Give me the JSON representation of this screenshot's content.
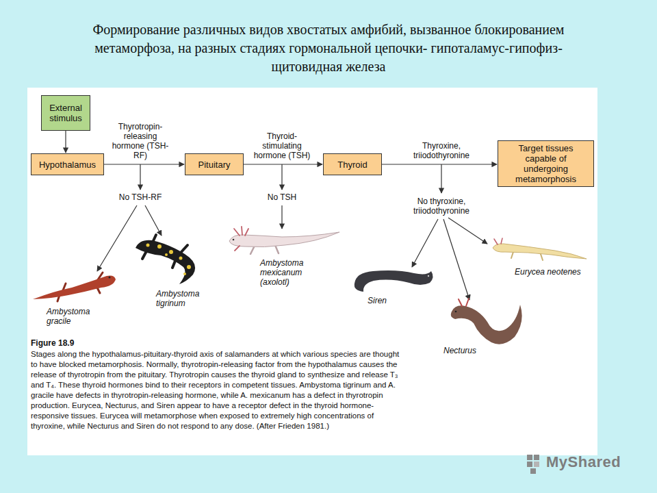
{
  "diagram": {
    "title": "Формирование различных видов хвостатых амфибий, вызванное блокированием метаморфоза, на разных стадиях гормональной цепочки- гипоталамус-гипофиз-щитовидная железа",
    "caption": "Stages along the hypothalamus-pituitary-thyroid axis of salamanders at which various species are thought to have blocked metamorphosis. Normally, thyrotropin-releasing factor from the hypothalamus causes the release of thyrotropin from the pituitary. Thyrotropin causes the thyroid gland to synthesize and release T₃ and T₄. These thyroid hormones bind to their receptors in competent tissues. Ambystoma tigrinum and A. gracile have defects in thyrotropin-releasing hormone, while A. mexicanum has a defect in thyrotropin production. Eurycea, Necturus, and Siren appear to have a receptor defect in the thyroid hormone-responsive tissues. Eurycea will metamorphose when exposed to extremely high concentrations of thyroxine, while Necturus and Siren do not respond to any dose. (After Frieden 1981.)",
    "nodes": [
      {
        "text": [
          "External stimulus"
        ]
      },
      {
        "text": [
          "Hypothalamus"
        ]
      },
      {
        "text": [
          "Pituitary"
        ]
      },
      {
        "text": [
          "Thyroid"
        ]
      },
      {
        "text": [
          "Target tissues capable of undergoing metamorphosis"
        ]
      }
    ],
    "edges": [
      {
        "from": 0,
        "to": 1,
        "arrow": "to"
      },
      {
        "from": 1,
        "to": 2,
        "label": "Thyrotropin-releasing hormone (TSH-RF)",
        "arrow": "to"
      },
      {
        "from": 2,
        "to": 3,
        "label": "Thyroid-stimulating hormone (TSH)",
        "arrow": "to"
      },
      {
        "from": 3,
        "to": 4,
        "label": "Thyroxine, triiodothyronine",
        "arrow": "to"
      }
    ],
    "labels": [
      "No TSH-RF",
      "No TSH",
      "No thyroxine, triiodothyronine",
      "Ambystoma gracile",
      "Ambystoma tigrinum",
      "Ambystoma mexicanum (axolotl)",
      "Siren",
      "Necturus",
      "Eurycea neotenes",
      "Figure 18.9",
      "MyShared"
    ]
  }
}
